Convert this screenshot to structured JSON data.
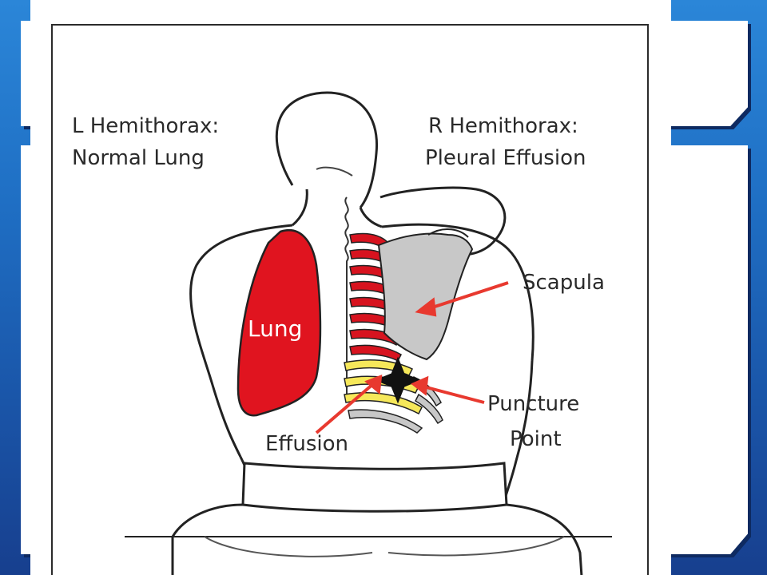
{
  "diagram": {
    "left_hemithorax": {
      "line1": "L Hemithorax:",
      "line2": "Normal Lung"
    },
    "right_hemithorax": {
      "line1": "R Hemithorax:",
      "line2": "Pleural Effusion"
    },
    "labels": {
      "lung": "Lung",
      "scapula": "Scapula",
      "puncture_line1": "Puncture",
      "puncture_line2": "Point",
      "effusion": "Effusion"
    },
    "colors": {
      "lung": "#e0141f",
      "ribs_normal": "#d7131f",
      "ribs_effusion": "#f6e85a",
      "bone": "#c8c8c8",
      "arrow": "#e8392f",
      "outline": "#222222",
      "slide_bg": "#1f6fc4"
    },
    "icons": {
      "puncture_marker": "four-point-star-icon"
    }
  }
}
